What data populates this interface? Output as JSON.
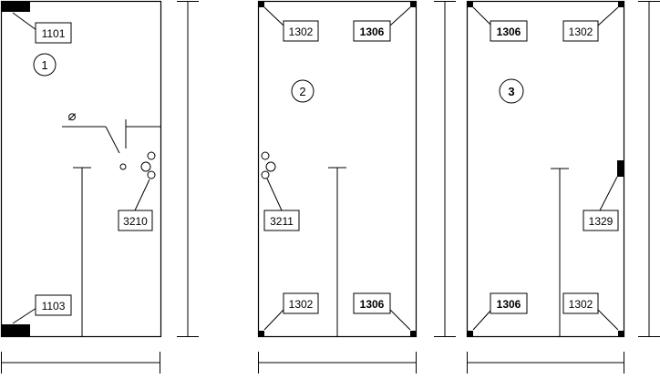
{
  "panels": [
    {
      "number": "1",
      "tags": {
        "top_left": "1101",
        "bottom_left": "1103",
        "right_hardware": "3210"
      },
      "diameter_symbol": "⌀"
    },
    {
      "number": "2",
      "tags": {
        "top_left": "1302",
        "top_right": "1306",
        "bottom_left": "1302",
        "bottom_right": "1306",
        "left_hardware": "3211"
      }
    },
    {
      "number": "3",
      "tags": {
        "top_left": "1306",
        "top_right": "1302",
        "bottom_left": "1306",
        "bottom_right": "1302",
        "right_fitting": "1329"
      }
    }
  ],
  "style": {
    "line_color": "#000000",
    "background": "#ffffff"
  }
}
